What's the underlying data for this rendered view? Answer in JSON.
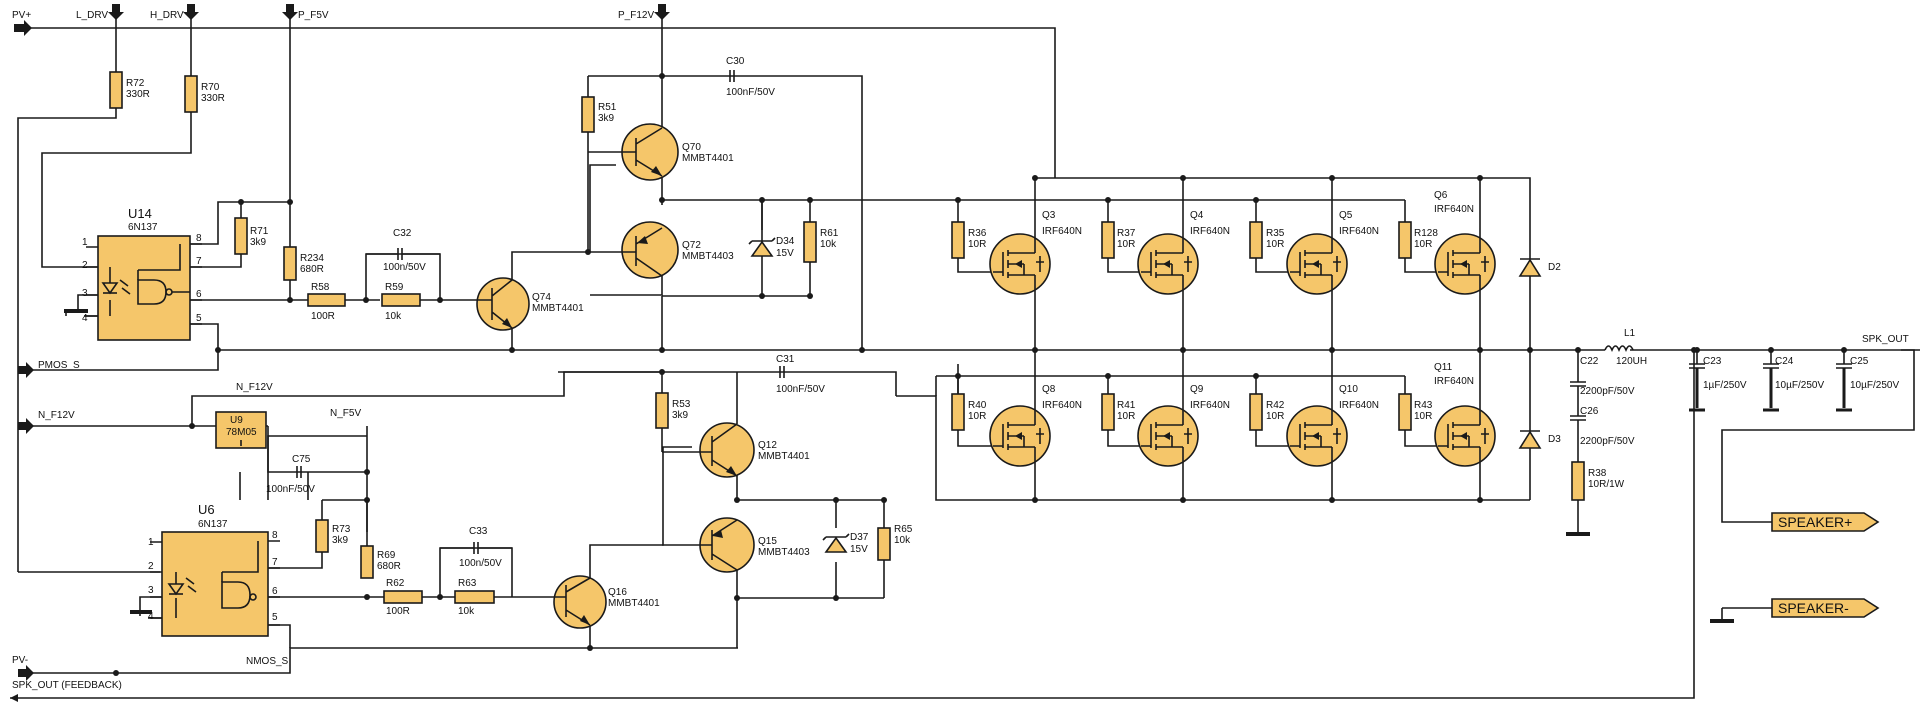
{
  "colors": {
    "component_fill": "#f5c66a",
    "wire": "#1a1a1a",
    "background": "#ffffff"
  },
  "nets": {
    "pv_plus": "PV+",
    "l_drv": "L_DRV",
    "h_drv": "H_DRV",
    "p_f5v": "P_F5V",
    "p_f12v": "P_F12V",
    "pmos_s": "PMOS_S",
    "n_f12v_in": "N_F12V",
    "n_f12v": "N_F12V",
    "n_f5v": "N_F5V",
    "nmos_s": "NMOS_S",
    "pv_minus": "PV-",
    "spk_out_feedback": "SPK_OUT  (FEEDBACK)",
    "spk_out": "SPK_OUT"
  },
  "connectors": {
    "speaker_plus": "SPEAKER+",
    "speaker_minus": "SPEAKER-"
  },
  "components": {
    "r72": {
      "ref": "R72",
      "val": "330R"
    },
    "r70": {
      "ref": "R70",
      "val": "330R"
    },
    "u14": {
      "ref": "U14",
      "val": "6N137"
    },
    "r71": {
      "ref": "R71",
      "val": "3k9"
    },
    "r234": {
      "ref": "R234",
      "val": "680R"
    },
    "c32": {
      "ref": "C32",
      "val": "100n/50V"
    },
    "r58": {
      "ref": "R58",
      "val": "100R"
    },
    "r59": {
      "ref": "R59",
      "val": "10k"
    },
    "q74": {
      "ref": "Q74",
      "val": "MMBT4401"
    },
    "r51": {
      "ref": "R51",
      "val": "3k9"
    },
    "q70": {
      "ref": "Q70",
      "val": "MMBT4401"
    },
    "c30": {
      "ref": "C30",
      "val": "100nF/50V"
    },
    "q72": {
      "ref": "Q72",
      "val": "MMBT4403"
    },
    "d34": {
      "ref": "D34",
      "val": "15V"
    },
    "r61": {
      "ref": "R61",
      "val": "10k"
    },
    "r36": {
      "ref": "R36",
      "val": "10R"
    },
    "r37": {
      "ref": "R37",
      "val": "10R"
    },
    "r35": {
      "ref": "R35",
      "val": "10R"
    },
    "r128": {
      "ref": "R128",
      "val": "10R"
    },
    "q3": {
      "ref": "Q3",
      "val": "IRF640N"
    },
    "q4": {
      "ref": "Q4",
      "val": "IRF640N"
    },
    "q5": {
      "ref": "Q5",
      "val": "IRF640N"
    },
    "q6": {
      "ref": "Q6",
      "val": "IRF640N"
    },
    "d2": {
      "ref": "D2"
    },
    "d3": {
      "ref": "D3"
    },
    "l1": {
      "ref": "L1",
      "val": "120UH"
    },
    "c22": {
      "ref": "C22",
      "val": "2200pF/50V"
    },
    "c26": {
      "ref": "C26",
      "val": "2200pF/50V"
    },
    "r38": {
      "ref": "R38",
      "val": "10R/1W"
    },
    "c23": {
      "ref": "C23",
      "val": "1µF/250V"
    },
    "c24": {
      "ref": "C24",
      "val": "10µF/250V"
    },
    "c25": {
      "ref": "C25",
      "val": "10µF/250V"
    },
    "c31": {
      "ref": "C31",
      "val": "100nF/50V"
    },
    "r53": {
      "ref": "R53",
      "val": "3k9"
    },
    "q12": {
      "ref": "Q12",
      "val": "MMBT4401"
    },
    "q15": {
      "ref": "Q15",
      "val": "MMBT4403"
    },
    "d37": {
      "ref": "D37",
      "val": "15V"
    },
    "r65": {
      "ref": "R65",
      "val": "10k"
    },
    "r40": {
      "ref": "R40",
      "val": "10R"
    },
    "r41": {
      "ref": "R41",
      "val": "10R"
    },
    "r42": {
      "ref": "R42",
      "val": "10R"
    },
    "r43": {
      "ref": "R43",
      "val": "10R"
    },
    "q8": {
      "ref": "Q8",
      "val": "IRF640N"
    },
    "q9": {
      "ref": "Q9",
      "val": "IRF640N"
    },
    "q10": {
      "ref": "Q10",
      "val": "IRF640N"
    },
    "q11": {
      "ref": "Q11",
      "val": "IRF640N"
    },
    "u9": {
      "ref": "U9",
      "val": "78M05"
    },
    "c75": {
      "ref": "C75",
      "val": "100nF/50V"
    },
    "u6": {
      "ref": "U6",
      "val": "6N137"
    },
    "r73": {
      "ref": "R73",
      "val": "3k9"
    },
    "r69": {
      "ref": "R69",
      "val": "680R"
    },
    "c33": {
      "ref": "C33",
      "val": "100n/50V"
    },
    "r62": {
      "ref": "R62",
      "val": "100R"
    },
    "r63": {
      "ref": "R63",
      "val": "10k"
    },
    "q16": {
      "ref": "Q16",
      "val": "MMBT4401"
    }
  },
  "pins": {
    "p1": "1",
    "p2": "2",
    "p3": "3",
    "p4": "4",
    "p5": "5",
    "p6": "6",
    "p7": "7",
    "p8": "8"
  }
}
